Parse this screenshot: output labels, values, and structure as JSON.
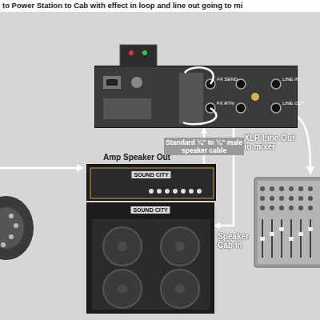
{
  "diagram": {
    "title": "to Power Station to Cab with effect in loop and line out going to mi",
    "nodes": [
      {
        "text": [
          "FX SEND",
          "FX RTN",
          "LINE IN",
          "LINE OUT"
        ]
      },
      {
        "text": [
          "Amp Speaker Out",
          "SOUND CITY"
        ]
      },
      {
        "text": [
          "SOUND CITY"
        ]
      }
    ],
    "edges": [
      {
        "from": 1,
        "to": 0,
        "arrow": "to",
        "label": "Standard ¼\" to ¼\" male speaker cable"
      },
      {
        "from": 0,
        "to": 2,
        "arrow": "to"
      }
    ],
    "labels": [
      "XLR Line Out to mixer",
      "Speaker Cab In"
    ]
  }
}
